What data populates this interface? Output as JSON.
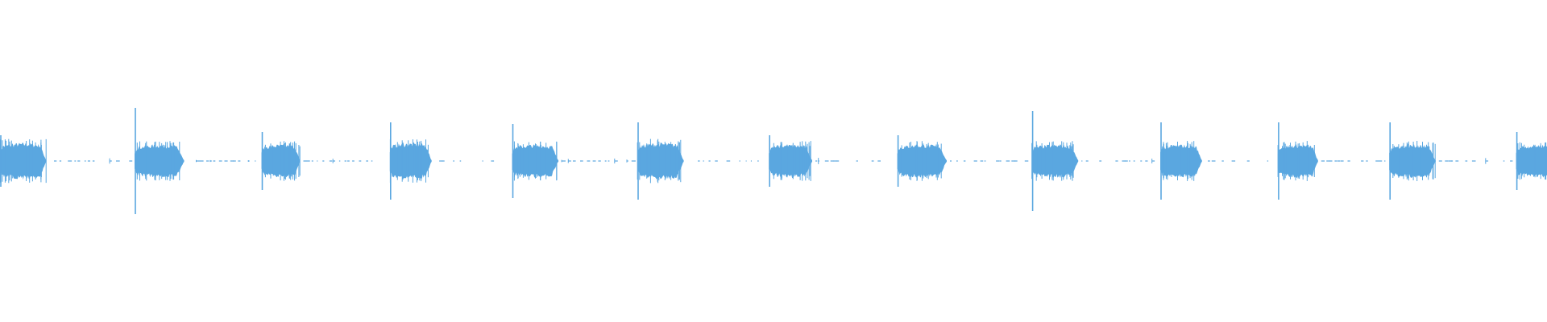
{
  "waveform": {
    "color": "#5aa7e0",
    "background": "#ffffff",
    "bursts": [
      {
        "transient": 0.0,
        "body_amp": 0.055,
        "body_len": 0.03,
        "peak": 0.08
      },
      {
        "transient": 0.087,
        "body_amp": 0.05,
        "body_len": 0.032,
        "peak": 0.165
      },
      {
        "transient": 0.169,
        "body_amp": 0.05,
        "body_len": 0.025,
        "peak": 0.09
      },
      {
        "transient": 0.252,
        "body_amp": 0.055,
        "body_len": 0.027,
        "peak": 0.12
      },
      {
        "transient": 0.331,
        "body_amp": 0.05,
        "body_len": 0.03,
        "peak": 0.115
      },
      {
        "transient": 0.412,
        "body_amp": 0.055,
        "body_len": 0.03,
        "peak": 0.12
      },
      {
        "transient": 0.497,
        "body_amp": 0.05,
        "body_len": 0.028,
        "peak": 0.08
      },
      {
        "transient": 0.58,
        "body_amp": 0.05,
        "body_len": 0.032,
        "peak": 0.08
      },
      {
        "transient": 0.667,
        "body_amp": 0.05,
        "body_len": 0.03,
        "peak": 0.155
      },
      {
        "transient": 0.75,
        "body_amp": 0.05,
        "body_len": 0.027,
        "peak": 0.12
      },
      {
        "transient": 0.826,
        "body_amp": 0.05,
        "body_len": 0.026,
        "peak": 0.12
      },
      {
        "transient": 0.898,
        "body_amp": 0.05,
        "body_len": 0.03,
        "peak": 0.12
      },
      {
        "transient": 0.98,
        "body_amp": 0.05,
        "body_len": 0.03,
        "peak": 0.09
      }
    ]
  }
}
